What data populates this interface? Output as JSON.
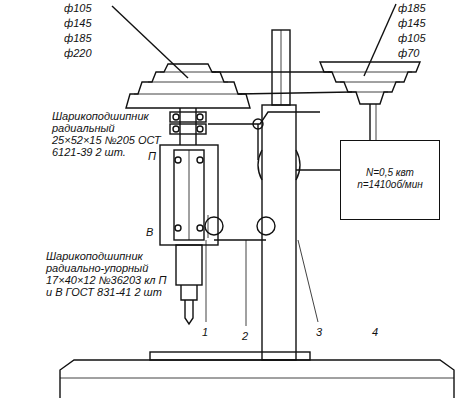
{
  "diagram": {
    "nodes": [
      {
        "text": [
          "N=0,5 квт",
          "n=1410об/мин"
        ]
      }
    ],
    "labels": [
      "ф105",
      "ф145",
      "ф185",
      "ф220",
      "ф185",
      "ф145",
      "ф105",
      "ф70",
      "Шарикоподшипник радиальный 25×52×15 №205 ОСТ 6121-39 2 шт.",
      "П",
      "В",
      "Шарикоподшипник радиально-упорный 17×40×12 №36203 кл П и В ГОСТ 831-41 2 шт",
      "1",
      "2",
      "3",
      "4"
    ]
  }
}
